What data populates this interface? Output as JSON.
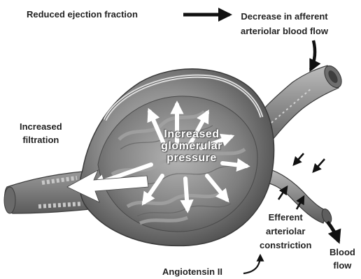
{
  "labels": {
    "reduced_ef": "Reduced ejection fraction",
    "decrease_afferent_line1": "Decrease in afferent",
    "decrease_afferent_line2": "arteriolar blood flow",
    "increased_filtration_line1": "Increased",
    "increased_filtration_line2": "filtration",
    "glomerular_line1": "Increased",
    "glomerular_line2": "glomerular",
    "glomerular_line3": "pressure",
    "efferent_line1": "Efferent",
    "efferent_line2": "arteriolar",
    "efferent_line3": "constriction",
    "blood_flow_line1": "Blood",
    "blood_flow_line2": "flow",
    "angiotensin": "Angiotensin II"
  },
  "colors": {
    "tissue_dark": "#5e5e5e",
    "tissue_mid": "#8c8c8c",
    "tissue_light": "#bdbdbd",
    "arrow_black": "#111111",
    "text": "#232323"
  }
}
